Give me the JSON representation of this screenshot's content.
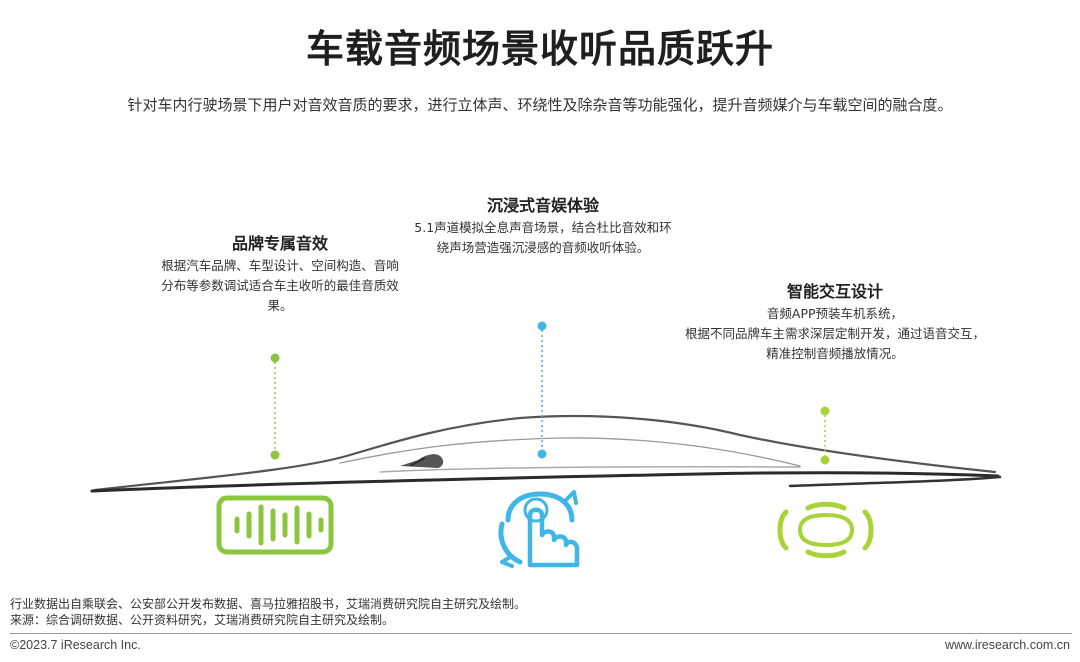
{
  "title": "车载音频场景收听品质跃升",
  "subtitle": "针对车内行驶场景下用户对音效音质的要求，进行立体声、环绕性及除杂音等功能强化，提升音频媒介与车载空间的融合度。",
  "features": [
    {
      "title": "品牌专属音效",
      "desc_lines": [
        "根据汽车品牌、车型设计、空间构造、音响",
        "分布等参数调试适合车主收听的最佳音质效",
        "果。"
      ],
      "icon": "sound-wave-icon",
      "color": "#8cc63f"
    },
    {
      "title": "沉浸式音娱体验",
      "desc_lines": [
        "5.1声道模拟全息声音场景，结合杜比音效和环",
        "绕声场营造强沉浸感的音频收听体验。"
      ],
      "icon": "touch-interaction-icon",
      "color": "#3fb6e6"
    },
    {
      "title": "智能交互设计",
      "desc_lines": [
        "音频APP预装车机系统，",
        "根据不同品牌车主需求深层定制开发，通过语音交互，",
        "精准控制音频播放情况。"
      ],
      "icon": "surround-circle-icon",
      "color": "#a8d43a"
    }
  ],
  "footer": {
    "note1": "行业数据出自乘联会、公安部公开发布数据、喜马拉雅招股书，艾瑞消费研究院自主研究及绘制。",
    "note2": "来源：综合调研数据、公开资料研究，艾瑞消费研究院自主研究及绘制。",
    "copyright": "©2023.7 iResearch Inc.",
    "website": "www.iresearch.com.cn"
  }
}
